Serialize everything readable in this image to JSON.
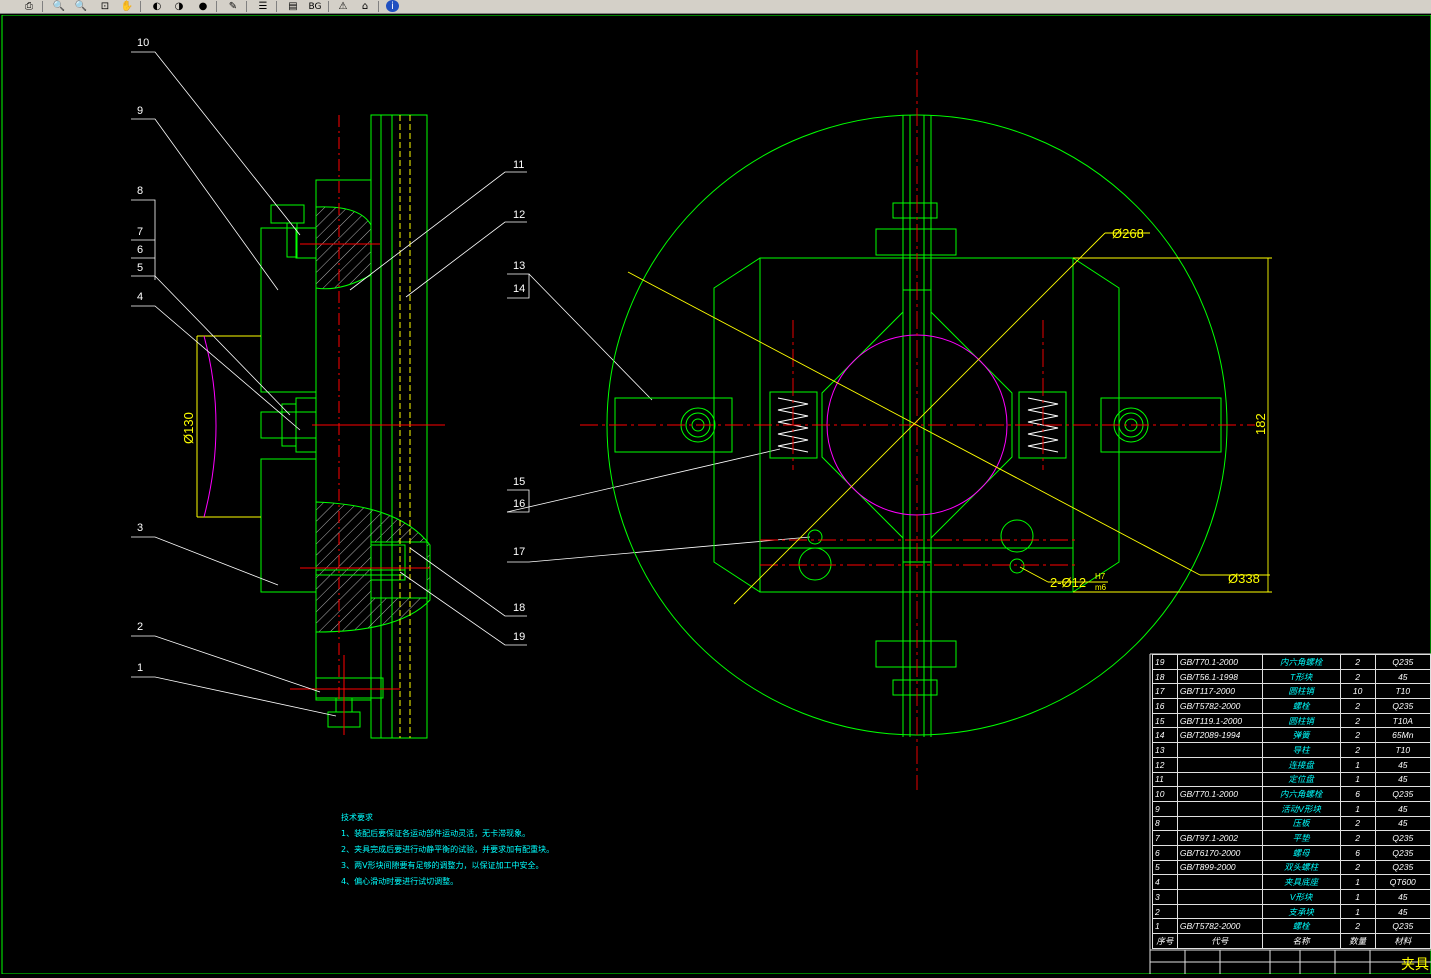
{
  "toolbar": {
    "buttons": [
      "print-icon",
      "zoom-in-icon",
      "zoom-out-icon",
      "zoom-window-icon",
      "pan-icon",
      "zoom-prev-icon",
      "zoom-next-icon",
      "zoom-extents-icon",
      "pencil-icon",
      "layers-icon",
      "properties-icon",
      "background-icon",
      "lock-icon",
      "home-icon",
      "info-icon"
    ],
    "bg_label": "BG"
  },
  "drawing": {
    "balloons_left": [
      "10",
      "9",
      "8",
      "7",
      "6",
      "5",
      "4",
      "3",
      "2",
      "1"
    ],
    "balloons_mid": [
      "11",
      "12",
      "13",
      "14",
      "15",
      "16",
      "17",
      "18",
      "19"
    ],
    "dim_dia130": "Ø130",
    "dim_dia268": "Ø268",
    "dim_dia338": "Ø338",
    "dim_182": "182",
    "dim_hole": "2-Ø12",
    "dim_fit_upper": "H7",
    "dim_fit_lower": "m6"
  },
  "notes": {
    "title": "技术要求",
    "items": [
      "1、装配后要保证各运动部件运动灵活，无卡滞现象。",
      "2、夹具完成后要进行动静平衡的试验，并要求加有配重块。",
      "3、两V形块间隙要有足够的调整力，以保证加工中安全。",
      "4、偏心滑动时要进行试切调整。"
    ]
  },
  "bom": {
    "rows": [
      {
        "idx": "19",
        "code": "GB/T70.1-2000",
        "name": "内六角螺栓",
        "qty": "2",
        "mat": "Q235"
      },
      {
        "idx": "18",
        "code": "GB/T56.1-1998",
        "name": "T形块",
        "qty": "2",
        "mat": "45"
      },
      {
        "idx": "17",
        "code": "GB/T117-2000",
        "name": "圆柱销",
        "qty": "10",
        "mat": "T10"
      },
      {
        "idx": "16",
        "code": "GB/T5782-2000",
        "name": "螺栓",
        "qty": "2",
        "mat": "Q235"
      },
      {
        "idx": "15",
        "code": "GB/T119.1-2000",
        "name": "圆柱销",
        "qty": "2",
        "mat": "T10A"
      },
      {
        "idx": "14",
        "code": "GB/T2089-1994",
        "name": "弹簧",
        "qty": "2",
        "mat": "65Mn"
      },
      {
        "idx": "13",
        "code": "",
        "name": "导柱",
        "qty": "2",
        "mat": "T10"
      },
      {
        "idx": "12",
        "code": "",
        "name": "连接盘",
        "qty": "1",
        "mat": "45"
      },
      {
        "idx": "11",
        "code": "",
        "name": "定位盘",
        "qty": "1",
        "mat": "45"
      },
      {
        "idx": "10",
        "code": "GB/T70.1-2000",
        "name": "内六角螺栓",
        "qty": "6",
        "mat": "Q235"
      },
      {
        "idx": "9",
        "code": "",
        "name": "活动V形块",
        "qty": "1",
        "mat": "45"
      },
      {
        "idx": "8",
        "code": "",
        "name": "压板",
        "qty": "2",
        "mat": "45"
      },
      {
        "idx": "7",
        "code": "GB/T97.1-2002",
        "name": "平垫",
        "qty": "2",
        "mat": "Q235"
      },
      {
        "idx": "6",
        "code": "GB/T6170-2000",
        "name": "螺母",
        "qty": "6",
        "mat": "Q235"
      },
      {
        "idx": "5",
        "code": "GB/T899-2000",
        "name": "双头螺柱",
        "qty": "2",
        "mat": "Q235"
      },
      {
        "idx": "4",
        "code": "",
        "name": "夹具底座",
        "qty": "1",
        "mat": "QT600"
      },
      {
        "idx": "3",
        "code": "",
        "name": "V形块",
        "qty": "1",
        "mat": "45"
      },
      {
        "idx": "2",
        "code": "",
        "name": "支承块",
        "qty": "1",
        "mat": "45"
      },
      {
        "idx": "1",
        "code": "GB/T5782-2000",
        "name": "螺栓",
        "qty": "2",
        "mat": "Q235"
      }
    ],
    "header": {
      "idx": "序号",
      "code": "代号",
      "name": "名称",
      "qty": "数量",
      "mat": "材料"
    }
  },
  "title_block": {
    "text": "夹具"
  },
  "colors": {
    "background": "#000000",
    "outline": "#00ff00",
    "center": "#ff0000",
    "dimension": "#ffff00",
    "leader": "#ffffff",
    "circle": "#ff00ff",
    "text": "#00ffff"
  }
}
